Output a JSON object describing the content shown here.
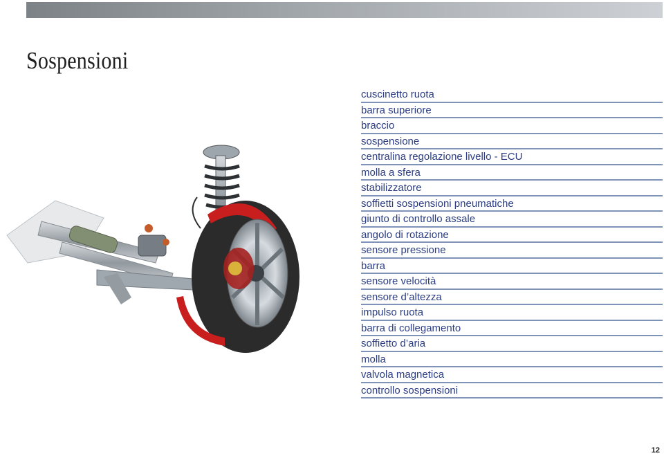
{
  "title": "Sospensioni",
  "figure_label": "suspension-cutaway-illustration",
  "legend": [
    "cuscinetto ruota",
    "barra superiore",
    "braccio",
    "sospensione",
    "centralina regolazione livello - ECU",
    "molla a sfera",
    "stabilizzatore",
    "soffietti sospensioni pneumatiche",
    "giunto di controllo assale",
    "angolo di rotazione",
    "sensore pressione",
    "barra",
    "sensore velocità",
    "sensore d’altezza",
    "impulso ruota",
    "barra di collegamento",
    "soffietto d’aria",
    "molla",
    "valvola magnetica",
    "controllo sospensioni"
  ],
  "page_number": "12",
  "colors": {
    "legend_text": "#2b3d82",
    "legend_rule": "#7f93b8",
    "topbar": "#a3a8ad"
  }
}
